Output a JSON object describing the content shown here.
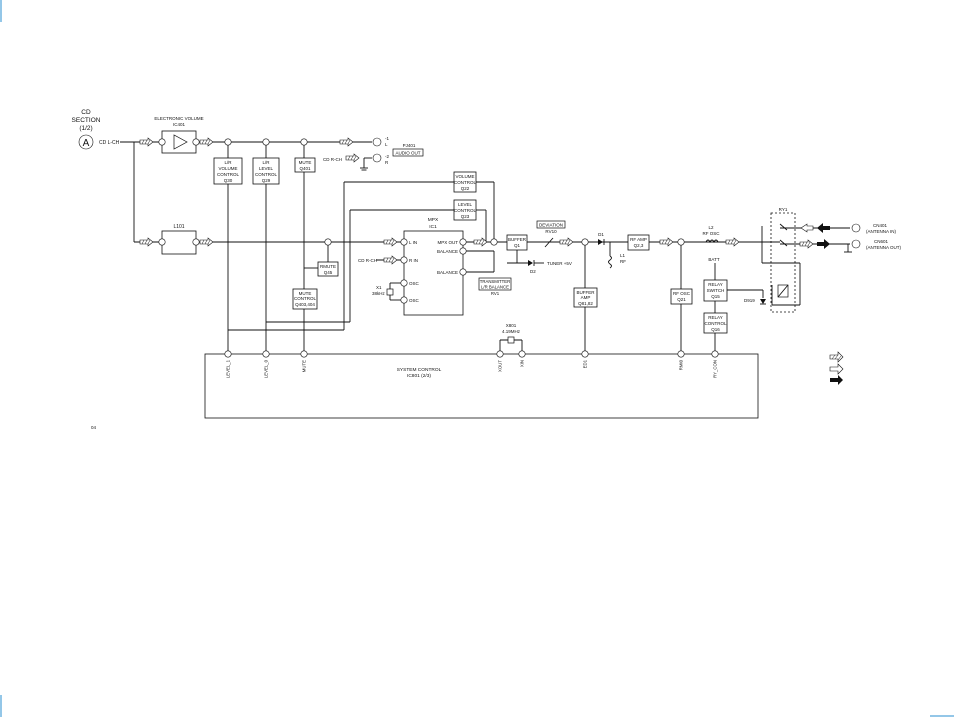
{
  "section": {
    "title_1": "CD",
    "title_2": "SECTION",
    "title_3": "(1/2)",
    "marker": "A",
    "input": "CD L-CH"
  },
  "blocks": {
    "evol_title": "ELECTRONIC VOLUME",
    "evol_ref": "IC401",
    "l101": "L101",
    "lr_vol": [
      "L/R",
      "VOLUME",
      "CONTROL",
      "Q30"
    ],
    "lr_level": [
      "L/R",
      "LEVEL",
      "CONTROL",
      "Q29"
    ],
    "mute_q401": [
      "MUTE",
      "Q401"
    ],
    "rmute": [
      "RMUTE",
      "Q45"
    ],
    "mute_ctrl": [
      "MUTE",
      "CONTROL",
      "Q403,404"
    ],
    "vol_ctrl": [
      "VOLUME",
      "CONTROL",
      "Q22"
    ],
    "level_ctrl": [
      "LEVEL",
      "CONTROL",
      "Q23"
    ],
    "mpx": [
      "MPX",
      "IC1"
    ],
    "buffer": [
      "BUFFER",
      "Q1"
    ],
    "deviation": "DEVIATION",
    "rv10": "RV10",
    "d1": "D1",
    "l1": [
      "L1",
      "RF"
    ],
    "d2": "D2",
    "rf_amp": [
      "RF AMP",
      "Q2,3"
    ],
    "l2": [
      "L2",
      "RF OSC"
    ],
    "buffer_amp": [
      "BUFFER",
      "AMP",
      "Q81,82"
    ],
    "rf_osc": [
      "RF OSC",
      "Q21"
    ],
    "relay_sw": [
      "RELAY",
      "SWITCH",
      "Q15"
    ],
    "relay_ctrl": [
      "RELAY",
      "CONTROL",
      "Q16"
    ],
    "ry1": "RY1",
    "d919": "D919",
    "batt": "BATT",
    "xtal_x1": [
      "X1",
      "38kHz"
    ],
    "x801": [
      "X801",
      "4.19MHz"
    ],
    "sysctrl": [
      "SYSTEM CONTROL",
      "IC801 (2/3)"
    ],
    "tuner": "TUNER +5V",
    "transmitter": [
      "TRANSMITTER",
      "L/R BALANCE",
      "RV1"
    ],
    "audio_out": "AUDIO OUT",
    "pj401": "PJ401",
    "cd_rch": "CD R-CH",
    "cd_rch2": "CD R-CH"
  },
  "mpx_pins": {
    "l_in": "L IN",
    "r_in": "R IN",
    "osc1": "OSC",
    "osc2": "OSC",
    "mpx_out": "MPX OUT",
    "bal1": "BALANCE",
    "bal2": "BALANCE"
  },
  "jacks": {
    "cn401": [
      "CN401",
      "(ANTENNA IN)"
    ],
    "cn601": [
      "CN601",
      "(ANTENNA OUT)"
    ],
    "pj_ch1": [
      "-1",
      "L"
    ],
    "pj_ch2": [
      "-2",
      "R"
    ]
  },
  "sys_pins": [
    "LEVEL_1",
    "LEVEL_0",
    "MUTE",
    "XOUT",
    "XIN",
    "ED1",
    "RMI0",
    "RY_CON"
  ],
  "page_number": "04"
}
